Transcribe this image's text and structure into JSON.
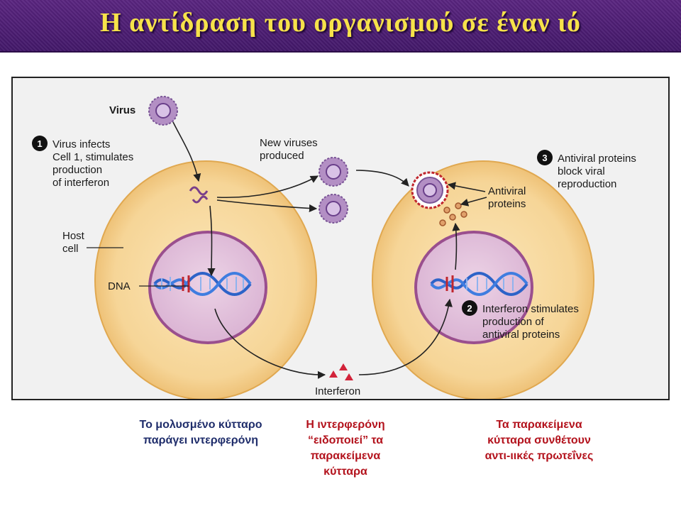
{
  "slide_title": "Η αντίδραση του οργανισμού σε έναν ιό",
  "diagram": {
    "virus_label": "Virus",
    "step1": {
      "num": "1",
      "lines": [
        "Virus infects",
        "Cell 1, stimulates",
        "production",
        "of interferon"
      ]
    },
    "new_viruses_lines": [
      "New viruses",
      "produced"
    ],
    "host_cell_lines": [
      "Host",
      "cell"
    ],
    "dna_label": "DNA",
    "interferon_label": "Interferon",
    "antiviral_proteins_lines": [
      "Antiviral",
      "proteins"
    ],
    "step2": {
      "num": "2",
      "lines": [
        "Interferon stimulates",
        "production of",
        "antiviral proteins"
      ]
    },
    "step3": {
      "num": "3",
      "lines": [
        "Antiviral proteins",
        "block viral",
        "reproduction"
      ]
    }
  },
  "captions": {
    "left": [
      "Το μολυσμένο κύτταρο",
      "παράγει ιντερφερόνη"
    ],
    "middle": [
      "Η ιντερφερόνη",
      "“ειδοποιεί” τα",
      "παρακείμενα",
      "κύτταρα"
    ],
    "right": [
      "Τα παρακείμενα",
      "κύτταρα συνθέτουν",
      "αντι-ιικές πρωτεΐνες"
    ]
  },
  "colors": {
    "title_text": "#f6e24a",
    "title_bar": "#4a1c72",
    "caption_left": "#1f2d6b",
    "caption_middle": "#b3121c",
    "caption_right": "#b3121c",
    "cell_fill": "#f7d9a0",
    "nucleus_fill": "#e3c3dd"
  }
}
